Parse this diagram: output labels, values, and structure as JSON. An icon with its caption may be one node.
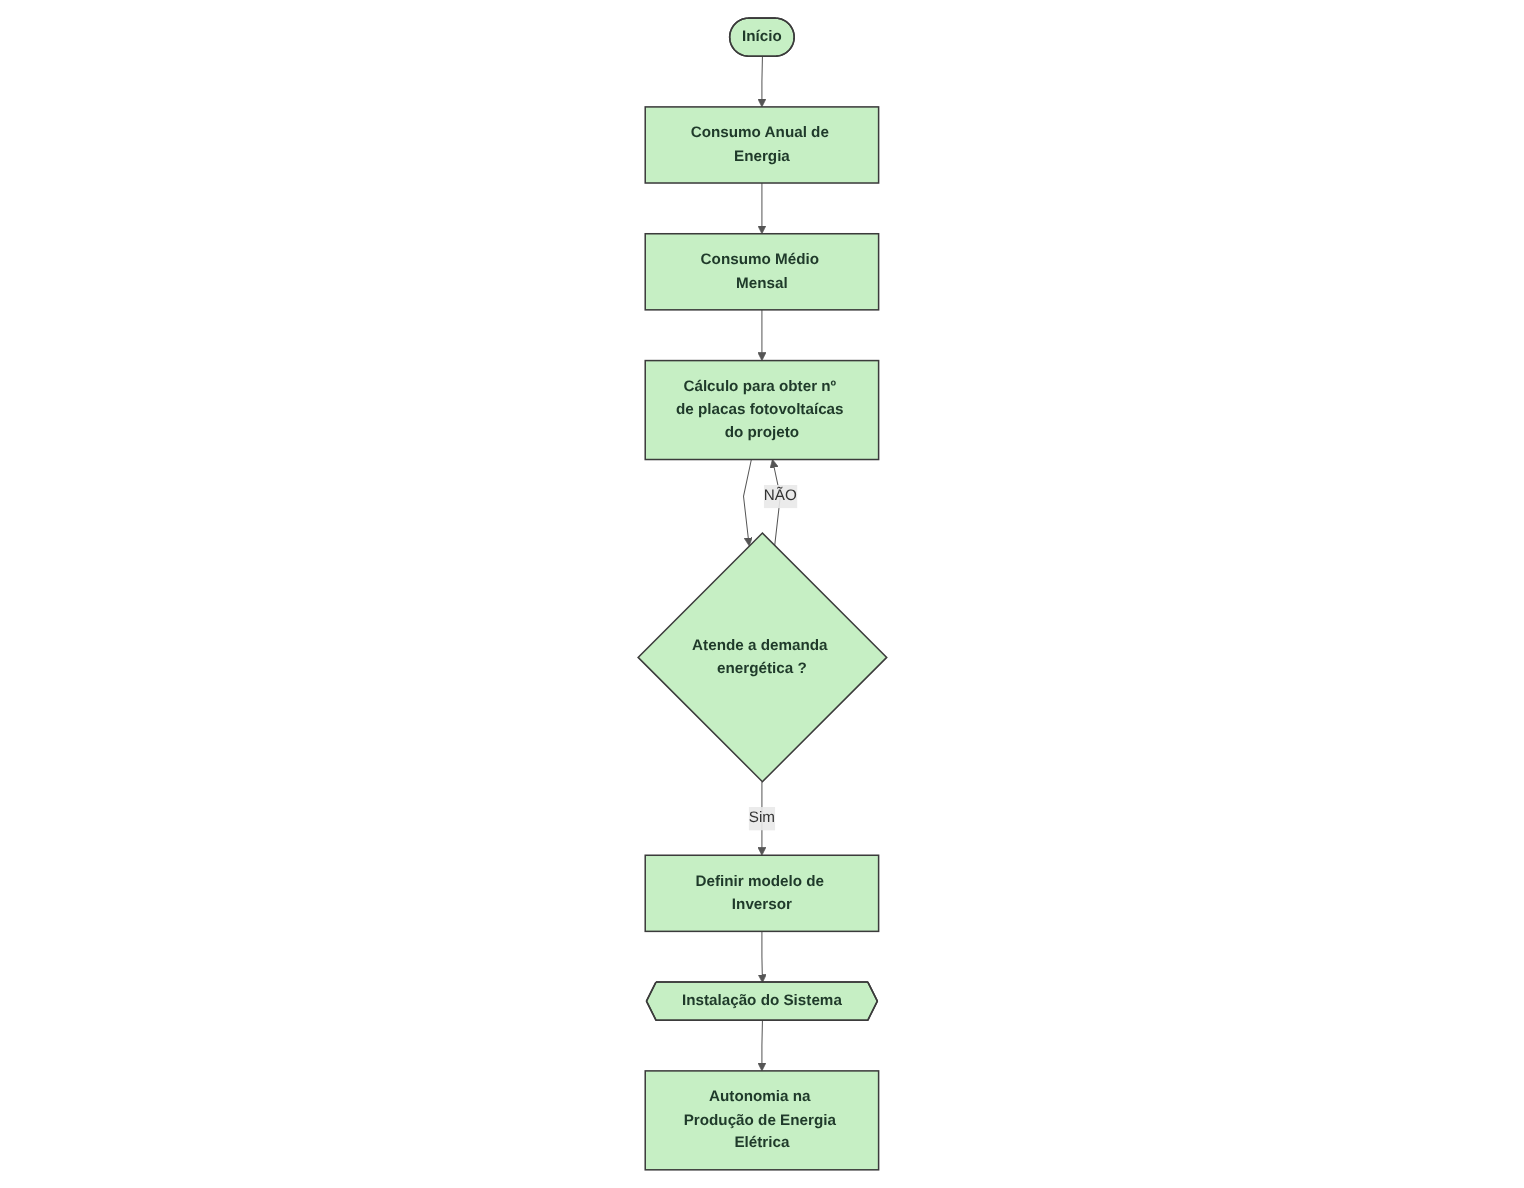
{
  "diagram": {
    "nodes": [
      {
        "text": [
          "Início"
        ]
      },
      {
        "text": [
          "Consumo Anual de Energia"
        ]
      },
      {
        "text": [
          "Consumo Médio Mensal"
        ]
      },
      {
        "text": [
          "Cálculo para obter nº de placas fotovoltaícas do projeto"
        ]
      },
      {
        "text": [
          "Atende a demanda energética ?"
        ]
      },
      {
        "text": [
          "Definir modelo de Inversor"
        ]
      },
      {
        "text": [
          "Instalação do Sistema"
        ]
      },
      {
        "text": [
          "Autonomia na Produção de Energia Elétrica"
        ]
      }
    ],
    "edges": [
      {
        "from": 0,
        "to": 1,
        "arrow": "to"
      },
      {
        "from": 1,
        "to": 2,
        "arrow": "to"
      },
      {
        "from": 2,
        "to": 3,
        "arrow": "to"
      },
      {
        "from": 3,
        "to": 4,
        "arrow": "to"
      },
      {
        "from": 4,
        "to": 3,
        "arrow": "to",
        "label": "NÃO"
      },
      {
        "from": 4,
        "to": 5,
        "arrow": "to",
        "label": "Sim"
      },
      {
        "from": 5,
        "to": 6,
        "arrow": "to"
      },
      {
        "from": 6,
        "to": 7,
        "arrow": "to"
      }
    ]
  }
}
